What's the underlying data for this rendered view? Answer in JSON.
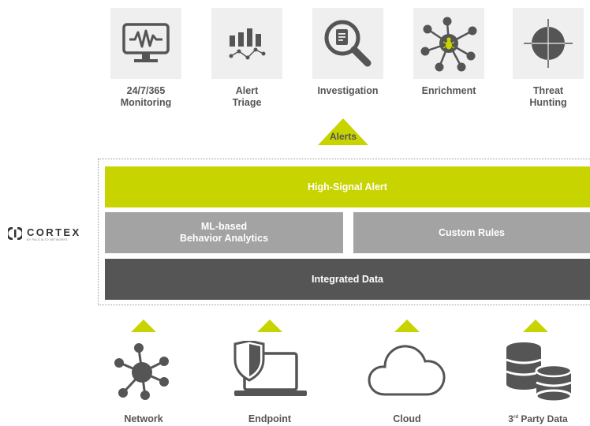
{
  "colors": {
    "accent": "#c8d400",
    "mid_gray": "#a3a3a3",
    "dark_gray": "#555555",
    "tile_bg": "#efefef",
    "text": "#555555"
  },
  "top_features": [
    {
      "icon": "monitor-waveform-icon",
      "lines": [
        "24/7/365",
        "Monitoring"
      ]
    },
    {
      "icon": "bar-chart-trend-icon",
      "lines": [
        "Alert",
        "Triage"
      ]
    },
    {
      "icon": "magnifier-document-icon",
      "lines": [
        "Investigation"
      ]
    },
    {
      "icon": "network-bug-icon",
      "lines": [
        "Enrichment"
      ]
    },
    {
      "icon": "crosshair-icon",
      "lines": [
        "Threat",
        "Hunting"
      ]
    }
  ],
  "alerts_label": "Alerts",
  "stack": {
    "high_signal": "High-Signal Alert",
    "ml_line1": "ML-based",
    "ml_line2": "Behavior Analytics",
    "custom_rules": "Custom Rules",
    "integrated": "Integrated Data"
  },
  "logo": {
    "word": "CORTEX",
    "sub": "BY PALO ALTO NETWORKS"
  },
  "sources": [
    {
      "icon": "network-hub-icon",
      "label": "Network"
    },
    {
      "icon": "laptop-shield-icon",
      "label": "Endpoint"
    },
    {
      "icon": "cloud-icon",
      "label": "Cloud"
    },
    {
      "icon": "database-stack-icon",
      "label_main": "3",
      "label_sup": "rd",
      "label_rest": " Party Data"
    }
  ]
}
